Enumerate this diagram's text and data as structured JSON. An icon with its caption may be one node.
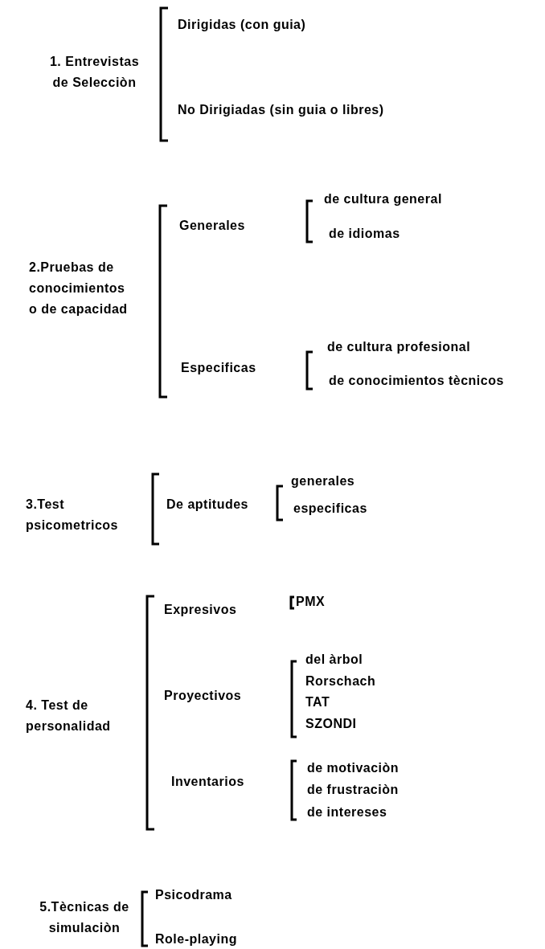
{
  "diagram": {
    "labels": [
      "1. Entrevistas de Selecciòn",
      "Dirigidas (con guia)",
      "No Dirigiadas (sin guia o libres)",
      "Generales",
      "de cultura general",
      "de idiomas",
      "2.Pruebas de conocimientos o de capacidad",
      "Especificas",
      "de cultura profesional",
      "de conocimientos tècnicos",
      "3.Test psicometricos",
      "De aptitudes",
      "generales",
      "especificas",
      "Expresivos",
      "PMX",
      "del àrbol",
      "Rorschach",
      "TAT",
      "SZONDI",
      "4. Test de personalidad",
      "Proyectivos",
      "Inventarios",
      "de motivaciòn",
      "de frustraciòn",
      "de intereses",
      "5.Tècnicas de simulaciòn",
      "Psicodrama",
      "Role-playing"
    ]
  }
}
